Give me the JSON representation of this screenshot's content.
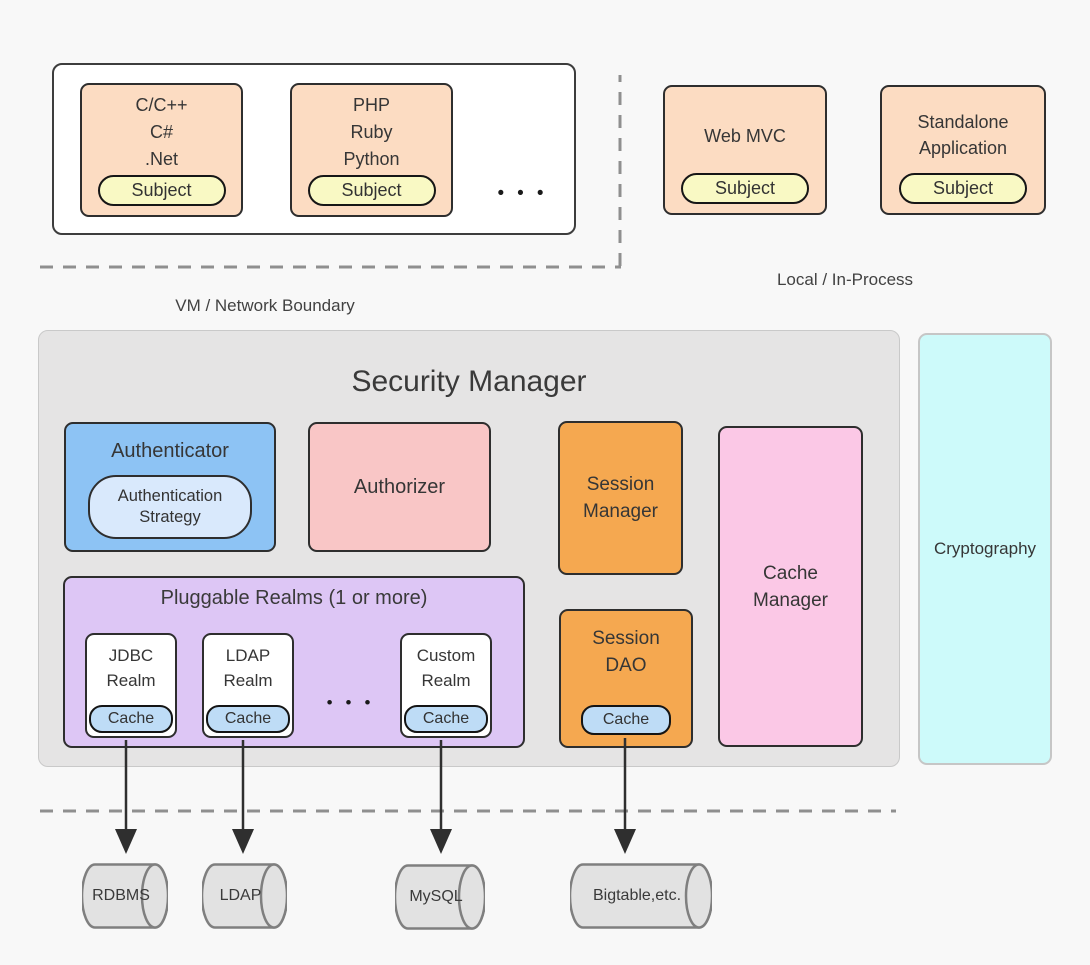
{
  "colors": {
    "page_bg": "#f8f8f8",
    "panel_gray": "#e5e4e4",
    "peach": "#fcdcc2",
    "subject_yellow": "#f9f9c4",
    "blue": "#8dc3f4",
    "blue_light": "#d9e9fc",
    "pink": "#f9c6c6",
    "orange": "#f5a850",
    "magenta": "#fbc8e6",
    "purple": "#ddc6f5",
    "cache_blue": "#bedcf6",
    "cyan": "#cdfafa",
    "cylinder_gray": "#e2e2e2",
    "dash_gray": "#8f8f8f",
    "arrow_dark": "#2f2f2f"
  },
  "clients": {
    "native_box": {
      "lines": "C/C++\nC#\n.Net",
      "pill": "Subject"
    },
    "script_box": {
      "lines": "PHP\nRuby\nPython",
      "pill": "Subject"
    },
    "ellipsis": "•••",
    "web_mvc_box": {
      "lines": "Web MVC",
      "pill": "Subject"
    },
    "standalone_box": {
      "lines": "Standalone\nApplication",
      "pill": "Subject"
    },
    "vm_boundary_label": "VM / Network Boundary",
    "local_label": "Local / In-Process"
  },
  "security_manager": {
    "title": "Security Manager",
    "authenticator": {
      "label": "Authenticator",
      "pill": "Authentication\nStrategy"
    },
    "authorizer": {
      "label": "Authorizer"
    },
    "session_manager": {
      "label": "Session\nManager"
    },
    "cache_manager": {
      "label": "Cache\nManager"
    },
    "realms": {
      "title": "Pluggable Realms (1 or more)",
      "jdbc": {
        "label": "JDBC\nRealm",
        "pill": "Cache"
      },
      "ldap": {
        "label": "LDAP\nRealm",
        "pill": "Cache"
      },
      "custom": {
        "label": "Custom\nRealm",
        "pill": "Cache"
      },
      "ellipsis": "•••"
    },
    "session_dao": {
      "label": "Session\nDAO",
      "pill": "Cache"
    }
  },
  "cryptography": {
    "label": "Cryptography"
  },
  "datastores": {
    "rdbms": "RDBMS",
    "ldap": "LDAP",
    "mysql": "MySQL",
    "bigtable": "Bigtable,etc."
  }
}
